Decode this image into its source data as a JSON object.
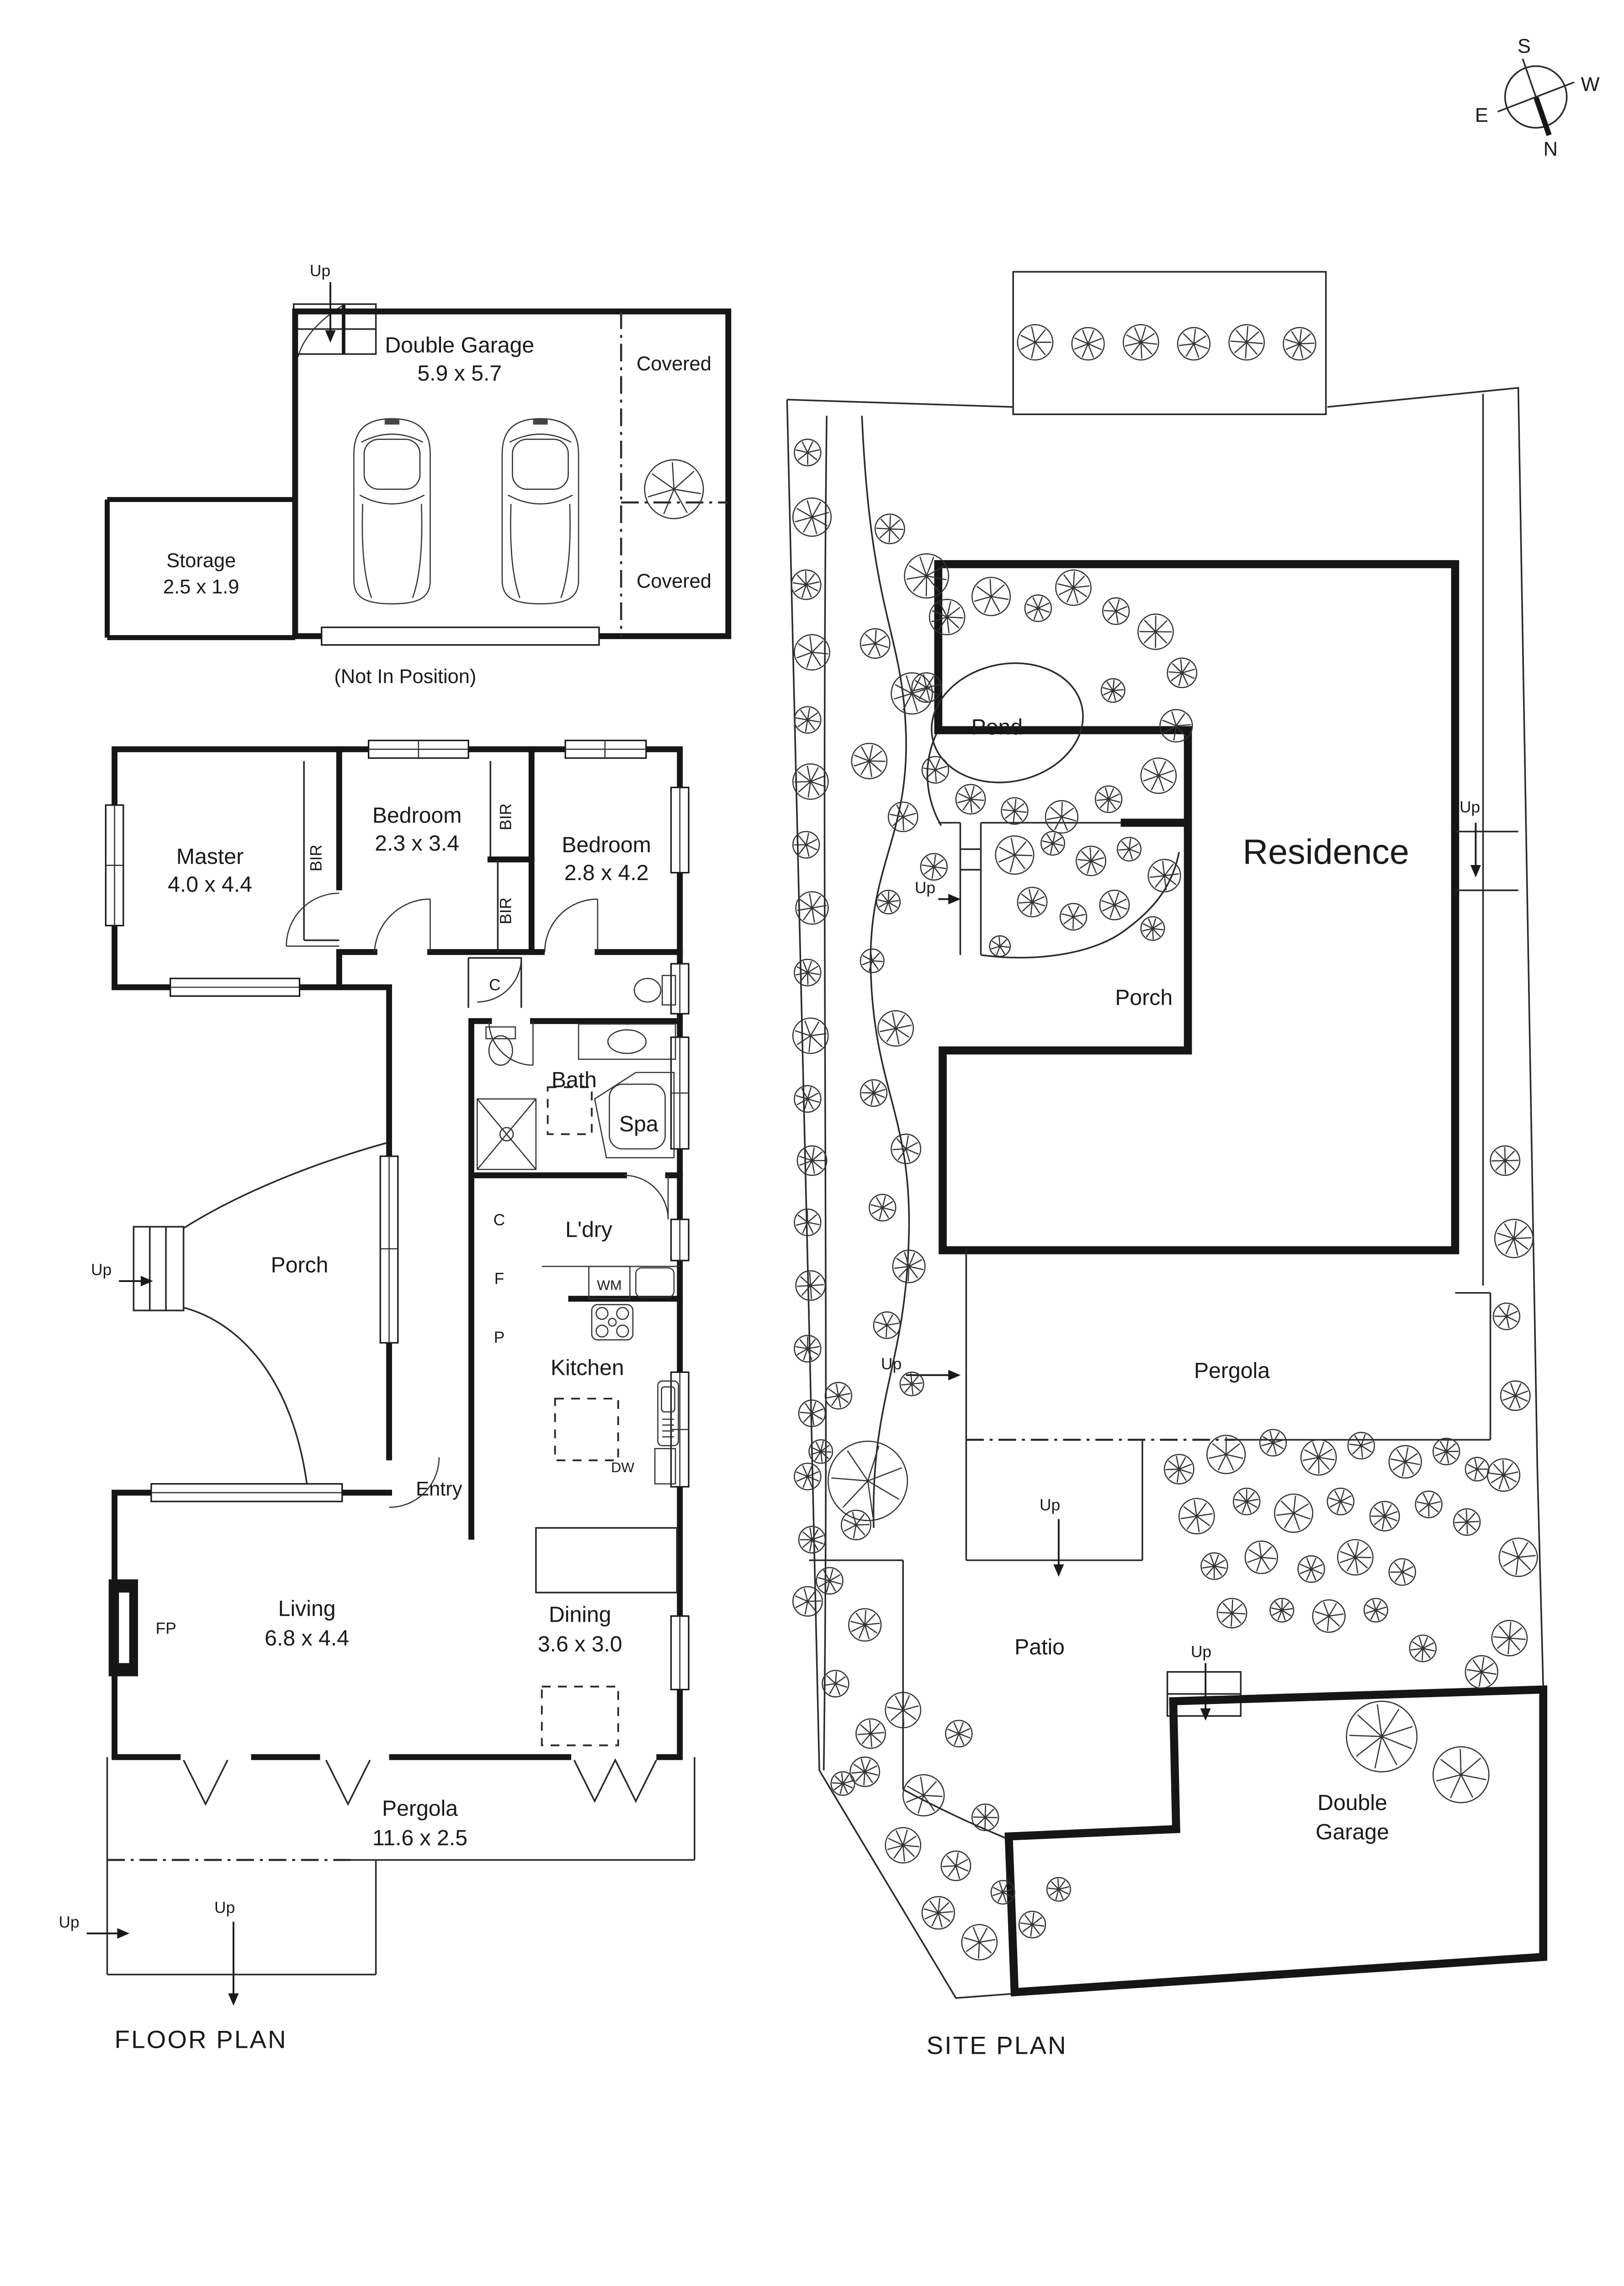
{
  "compass": {
    "s": "S",
    "w": "W",
    "e": "E",
    "n": "N"
  },
  "common": {
    "up": "Up"
  },
  "garage_block": {
    "name": "Double Garage",
    "dims": "5.9 x 5.7",
    "covered": "Covered",
    "storage_name": "Storage",
    "storage_dims": "2.5 x 1.9",
    "note": "(Not In Position)"
  },
  "floor_plan": {
    "title": "FLOOR PLAN",
    "master_name": "Master",
    "master_dims": "4.0 x 4.4",
    "bedroom_name": "Bedroom",
    "bedroom1_dims": "2.3 x 3.4",
    "bedroom2_dims": "2.8 x 4.2",
    "bir": "BIR",
    "closet": "C",
    "fridge": "F",
    "pantry": "P",
    "bath": "Bath",
    "spa": "Spa",
    "laundry": "L'dry",
    "wm": "WM",
    "kitchen": "Kitchen",
    "dw": "DW",
    "entry": "Entry",
    "porch": "Porch",
    "living_name": "Living",
    "living_dims": "6.8 x 4.4",
    "fp": "FP",
    "dining_name": "Dining",
    "dining_dims": "3.6 x 3.0",
    "pergola_name": "Pergola",
    "pergola_dims": "11.6 x 2.5"
  },
  "site_plan": {
    "title": "SITE PLAN",
    "pond": "Pond",
    "porch": "Porch",
    "residence": "Residence",
    "pergola": "Pergola",
    "patio": "Patio",
    "garage_line1": "Double",
    "garage_line2": "Garage",
    "trees": [
      [
        702,
        233,
        12
      ],
      [
        738,
        234,
        11
      ],
      [
        774,
        233,
        12
      ],
      [
        810,
        234,
        11
      ],
      [
        846,
        233,
        12
      ],
      [
        882,
        234,
        11
      ],
      [
        547,
        308,
        9
      ],
      [
        550,
        352,
        13
      ],
      [
        546,
        398,
        10
      ],
      [
        550,
        444,
        12
      ],
      [
        547,
        490,
        9
      ],
      [
        549,
        532,
        12
      ],
      [
        546,
        575,
        9
      ],
      [
        550,
        618,
        11
      ],
      [
        547,
        662,
        9
      ],
      [
        549,
        705,
        12
      ],
      [
        547,
        748,
        9
      ],
      [
        550,
        790,
        10
      ],
      [
        547,
        832,
        9
      ],
      [
        549,
        875,
        10
      ],
      [
        547,
        918,
        9
      ],
      [
        550,
        962,
        9
      ],
      [
        547,
        1005,
        9
      ],
      [
        550,
        1048,
        9
      ],
      [
        547,
        1090,
        10
      ],
      [
        603,
        360,
        10
      ],
      [
        628,
        392,
        15
      ],
      [
        593,
        438,
        10
      ],
      [
        618,
        472,
        14
      ],
      [
        589,
        518,
        12
      ],
      [
        612,
        556,
        10
      ],
      [
        633,
        590,
        9
      ],
      [
        602,
        614,
        8
      ],
      [
        591,
        654,
        8
      ],
      [
        607,
        700,
        12
      ],
      [
        592,
        744,
        9
      ],
      [
        614,
        782,
        10
      ],
      [
        598,
        822,
        9
      ],
      [
        616,
        862,
        11
      ],
      [
        601,
        902,
        9
      ],
      [
        618,
        942,
        8
      ],
      [
        642,
        420,
        12
      ],
      [
        672,
        406,
        13
      ],
      [
        704,
        414,
        9
      ],
      [
        728,
        400,
        12
      ],
      [
        757,
        416,
        9
      ],
      [
        784,
        430,
        12
      ],
      [
        802,
        458,
        10
      ],
      [
        798,
        494,
        11
      ],
      [
        786,
        528,
        12
      ],
      [
        752,
        544,
        9
      ],
      [
        720,
        556,
        11
      ],
      [
        688,
        552,
        9
      ],
      [
        658,
        544,
        10
      ],
      [
        634,
        524,
        9
      ],
      [
        628,
        468,
        10
      ],
      [
        755,
        470,
        8
      ],
      [
        688,
        582,
        13
      ],
      [
        714,
        574,
        8
      ],
      [
        740,
        586,
        10
      ],
      [
        766,
        578,
        8
      ],
      [
        790,
        596,
        11
      ],
      [
        700,
        614,
        10
      ],
      [
        728,
        624,
        9
      ],
      [
        756,
        616,
        10
      ],
      [
        782,
        632,
        8
      ],
      [
        678,
        644,
        7
      ],
      [
        1022,
        790,
        10
      ],
      [
        1028,
        843,
        13
      ],
      [
        1023,
        896,
        9
      ],
      [
        1029,
        950,
        10
      ],
      [
        1021,
        1004,
        11
      ],
      [
        1031,
        1060,
        13
      ],
      [
        1025,
        1115,
        12
      ],
      [
        800,
        1000,
        10
      ],
      [
        832,
        990,
        13
      ],
      [
        864,
        982,
        9
      ],
      [
        895,
        992,
        12
      ],
      [
        924,
        984,
        9
      ],
      [
        954,
        995,
        11
      ],
      [
        982,
        988,
        9
      ],
      [
        1003,
        1000,
        8
      ],
      [
        812,
        1032,
        12
      ],
      [
        846,
        1022,
        9
      ],
      [
        878,
        1030,
        13
      ],
      [
        910,
        1022,
        9
      ],
      [
        940,
        1032,
        10
      ],
      [
        970,
        1024,
        9
      ],
      [
        996,
        1036,
        9
      ],
      [
        824,
        1066,
        9
      ],
      [
        856,
        1060,
        11
      ],
      [
        890,
        1068,
        9
      ],
      [
        920,
        1060,
        12
      ],
      [
        952,
        1070,
        9
      ],
      [
        836,
        1098,
        10
      ],
      [
        870,
        1096,
        8
      ],
      [
        902,
        1100,
        11
      ],
      [
        934,
        1096,
        8
      ],
      [
        938,
        1182,
        24
      ],
      [
        992,
        1208,
        19
      ],
      [
        1006,
        1138,
        11
      ],
      [
        966,
        1122,
        9
      ],
      [
        588,
        1008,
        27
      ],
      [
        568,
        950,
        9
      ],
      [
        556,
        988,
        8
      ],
      [
        580,
        1038,
        10
      ],
      [
        562,
        1076,
        9
      ],
      [
        586,
        1106,
        11
      ],
      [
        566,
        1146,
        9
      ],
      [
        590,
        1180,
        10
      ],
      [
        571,
        1214,
        8
      ],
      [
        612,
        1164,
        12
      ],
      [
        650,
        1180,
        9
      ],
      [
        586,
        1206,
        10
      ],
      [
        626,
        1222,
        14
      ],
      [
        668,
        1237,
        9
      ],
      [
        612,
        1256,
        12
      ],
      [
        648,
        1270,
        10
      ],
      [
        680,
        1288,
        8
      ],
      [
        636,
        1302,
        11
      ],
      [
        664,
        1322,
        12
      ],
      [
        700,
        1310,
        9
      ],
      [
        718,
        1286,
        8
      ],
      [
        456,
        333,
        20
      ]
    ]
  }
}
